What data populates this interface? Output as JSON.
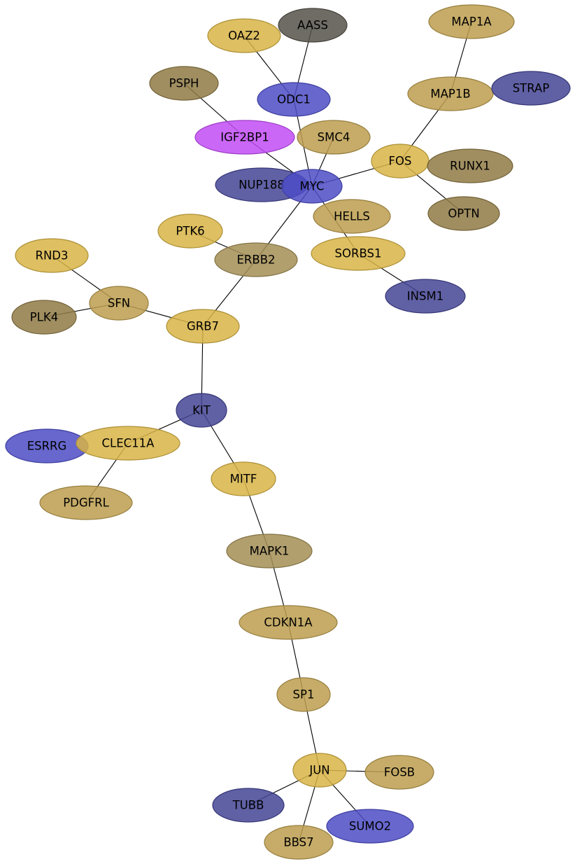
{
  "graph": {
    "colors": {
      "gold": "#d8b445",
      "gold_medium": "#bc9e4d",
      "olive": "#a38e55",
      "olive_dark": "#8f7a45",
      "gray_dark": "#55524a",
      "blue": "#4c4cc6",
      "blue_dark": "#444495",
      "magenta": "#c24cf6"
    },
    "nodes": [
      {
        "id": "OAZ2",
        "label": "OAZ2",
        "color": "gold"
      },
      {
        "id": "AASS",
        "label": "AASS",
        "color": "gray_dark"
      },
      {
        "id": "MAP1A",
        "label": "MAP1A",
        "color": "gold_medium"
      },
      {
        "id": "PSPH",
        "label": "PSPH",
        "color": "olive_dark"
      },
      {
        "id": "ODC1",
        "label": "ODC1",
        "color": "blue"
      },
      {
        "id": "MAP1B",
        "label": "MAP1B",
        "color": "gold_medium"
      },
      {
        "id": "STRAP",
        "label": "STRAP",
        "color": "blue_dark"
      },
      {
        "id": "IGF2BP1",
        "label": "IGF2BP1",
        "color": "magenta"
      },
      {
        "id": "SMC4",
        "label": "SMC4",
        "color": "gold_medium"
      },
      {
        "id": "FOS",
        "label": "FOS",
        "color": "gold"
      },
      {
        "id": "RUNX1",
        "label": "RUNX1",
        "color": "olive_dark"
      },
      {
        "id": "NUP188",
        "label": "NUP188",
        "color": "blue_dark"
      },
      {
        "id": "MYC",
        "label": "MYC",
        "color": "blue"
      },
      {
        "id": "HELLS",
        "label": "HELLS",
        "color": "gold_medium"
      },
      {
        "id": "OPTN",
        "label": "OPTN",
        "color": "olive_dark"
      },
      {
        "id": "PTK6",
        "label": "PTK6",
        "color": "gold"
      },
      {
        "id": "ERBB2",
        "label": "ERBB2",
        "color": "olive"
      },
      {
        "id": "SORBS1",
        "label": "SORBS1",
        "color": "gold"
      },
      {
        "id": "RND3",
        "label": "RND3",
        "color": "gold"
      },
      {
        "id": "INSM1",
        "label": "INSM1",
        "color": "blue_dark"
      },
      {
        "id": "SFN",
        "label": "SFN",
        "color": "gold_medium"
      },
      {
        "id": "PLK4",
        "label": "PLK4",
        "color": "olive_dark"
      },
      {
        "id": "GRB7",
        "label": "GRB7",
        "color": "gold"
      },
      {
        "id": "KIT",
        "label": "KIT",
        "color": "blue_dark"
      },
      {
        "id": "ESRRG",
        "label": "ESRRG",
        "color": "blue"
      },
      {
        "id": "CLEC11A",
        "label": "CLEC11A",
        "color": "gold"
      },
      {
        "id": "MITF",
        "label": "MITF",
        "color": "gold"
      },
      {
        "id": "PDGFRL",
        "label": "PDGFRL",
        "color": "gold_medium"
      },
      {
        "id": "MAPK1",
        "label": "MAPK1",
        "color": "olive"
      },
      {
        "id": "CDKN1A",
        "label": "CDKN1A",
        "color": "gold_medium"
      },
      {
        "id": "SP1",
        "label": "SP1",
        "color": "gold_medium"
      },
      {
        "id": "JUN",
        "label": "JUN",
        "color": "gold"
      },
      {
        "id": "FOSB",
        "label": "FOSB",
        "color": "gold_medium"
      },
      {
        "id": "TUBB",
        "label": "TUBB",
        "color": "blue_dark"
      },
      {
        "id": "SUMO2",
        "label": "SUMO2",
        "color": "blue"
      },
      {
        "id": "BBS7",
        "label": "BBS7",
        "color": "gold_medium"
      }
    ],
    "edges": [
      [
        "OAZ2",
        "ODC1"
      ],
      [
        "AASS",
        "ODC1"
      ],
      [
        "ODC1",
        "MYC"
      ],
      [
        "PSPH",
        "IGF2BP1"
      ],
      [
        "IGF2BP1",
        "MYC"
      ],
      [
        "SMC4",
        "MYC"
      ],
      [
        "MAP1A",
        "MAP1B"
      ],
      [
        "MAP1B",
        "FOS"
      ],
      [
        "FOS",
        "MYC"
      ],
      [
        "FOS",
        "OPTN"
      ],
      [
        "MYC",
        "SORBS1"
      ],
      [
        "MYC",
        "ERBB2"
      ],
      [
        "SORBS1",
        "INSM1"
      ],
      [
        "PTK6",
        "ERBB2"
      ],
      [
        "ERBB2",
        "GRB7"
      ],
      [
        "RND3",
        "SFN"
      ],
      [
        "PLK4",
        "SFN"
      ],
      [
        "SFN",
        "GRB7"
      ],
      [
        "GRB7",
        "KIT"
      ],
      [
        "KIT",
        "CLEC11A"
      ],
      [
        "KIT",
        "MITF"
      ],
      [
        "CLEC11A",
        "PDGFRL"
      ],
      [
        "MITF",
        "MAPK1"
      ],
      [
        "MAPK1",
        "CDKN1A"
      ],
      [
        "CDKN1A",
        "SP1"
      ],
      [
        "SP1",
        "JUN"
      ],
      [
        "JUN",
        "FOSB"
      ],
      [
        "JUN",
        "TUBB"
      ],
      [
        "JUN",
        "SUMO2"
      ],
      [
        "JUN",
        "BBS7"
      ]
    ]
  }
}
